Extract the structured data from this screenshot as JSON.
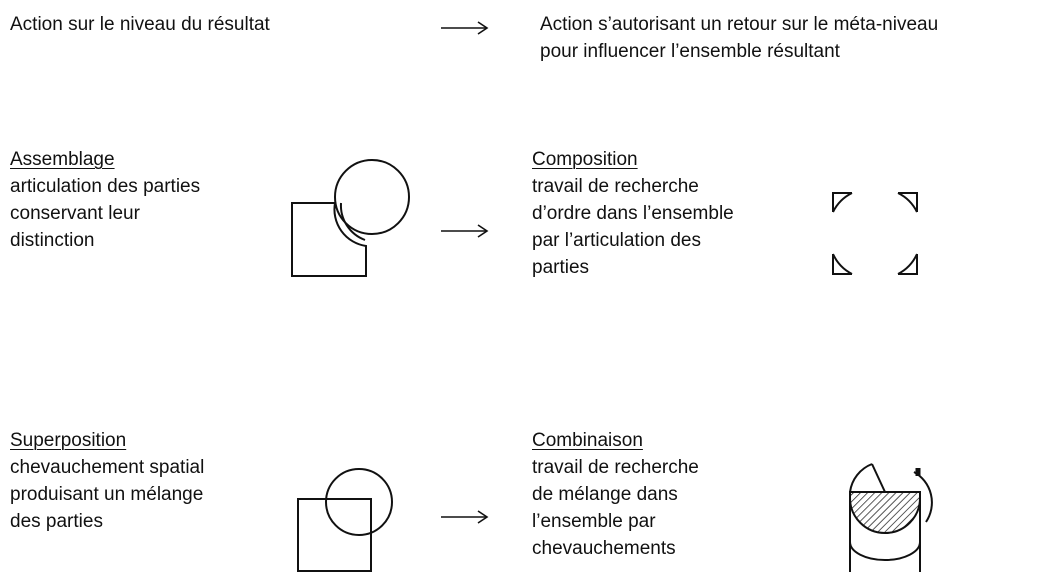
{
  "header": {
    "left": "Action sur le niveau du résultat",
    "right_line1": "Action s’autorisant un retour sur le méta-niveau",
    "right_line2": "pour influencer l’ensemble résultant"
  },
  "rows": [
    {
      "left": {
        "title": "Assemblage",
        "lines": [
          "articulation des parties",
          "conservant leur",
          "distinction"
        ]
      },
      "right": {
        "title": "Composition",
        "lines": [
          "travail de recherche",
          "d’ordre dans l’ensemble",
          "par l’articulation des",
          "parties"
        ]
      }
    },
    {
      "left": {
        "title": "Superposition",
        "lines": [
          "chevauchement spatial",
          "produisant un mélange",
          "des parties"
        ]
      },
      "right": {
        "title": "Combinaison",
        "lines": [
          "travail de recherche",
          "de mélange dans",
          "l’ensemble par",
          "chevauchements"
        ]
      }
    }
  ]
}
